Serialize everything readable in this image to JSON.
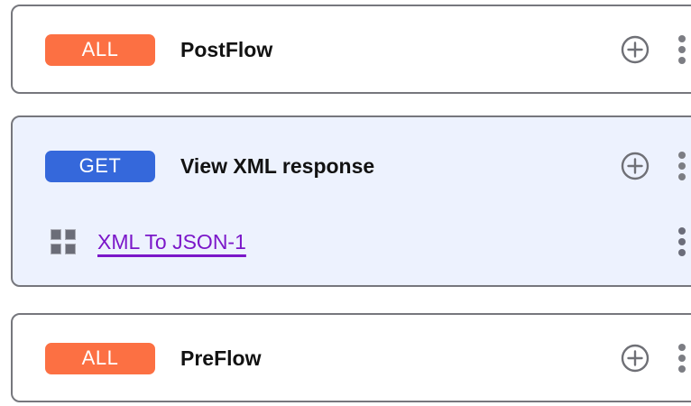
{
  "flows": [
    {
      "id": "postflow",
      "badge": {
        "label": "ALL",
        "color": "#fc7043",
        "kind": "all"
      },
      "title": "PostFlow",
      "selected": false,
      "add_icon": "plus-circle-icon",
      "menu_icon": "kebab-menu-icon",
      "steps": []
    },
    {
      "id": "view-xml-response",
      "badge": {
        "label": "GET",
        "color": "#3568db",
        "kind": "get"
      },
      "title": "View XML response",
      "selected": true,
      "add_icon": "plus-circle-icon",
      "menu_icon": "kebab-menu-icon",
      "steps": [
        {
          "icon": "policy-grid-icon",
          "label": "XML To JSON-1",
          "link_color": "#7b17c9",
          "menu_icon": "kebab-menu-icon"
        }
      ]
    },
    {
      "id": "preflow",
      "badge": {
        "label": "ALL",
        "color": "#fc7043",
        "kind": "all"
      },
      "title": "PreFlow",
      "selected": false,
      "add_icon": "plus-circle-icon",
      "menu_icon": "kebab-menu-icon",
      "steps": []
    }
  ],
  "theme": {
    "card_border": "#76777d",
    "card_background": "#ffffff",
    "selected_card_background": "#edf2fe",
    "title_color": "#121212",
    "icon_gray": "#7c7d83",
    "grid_icon_gray": "#6b6d78"
  }
}
